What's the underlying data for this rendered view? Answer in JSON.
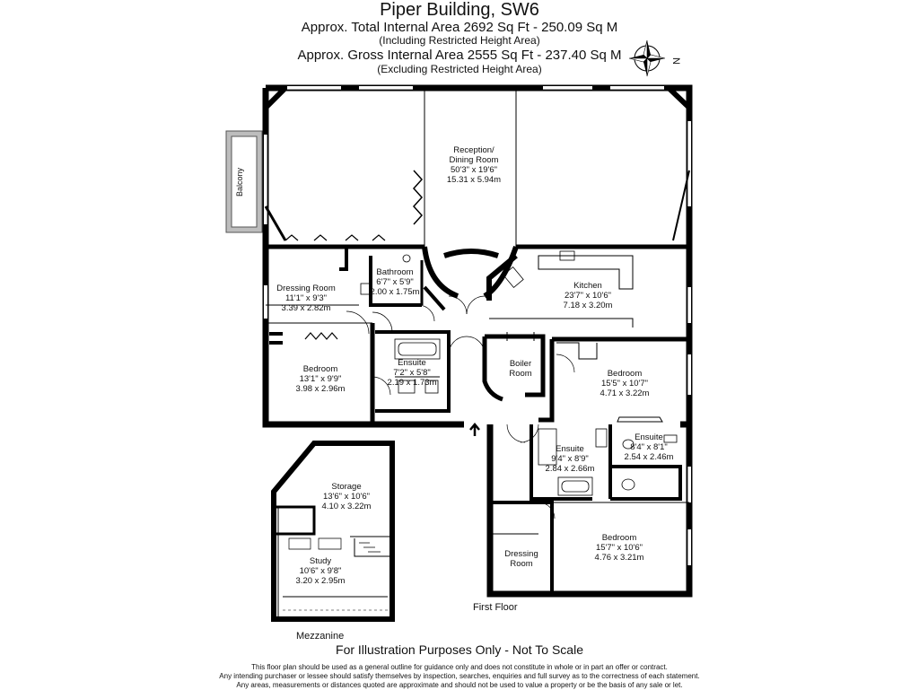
{
  "header": {
    "title": "Piper Building, SW6",
    "total_area": "Approx. Total Internal Area  2692 Sq Ft  -  250.09 Sq M",
    "total_note": "(Including Restricted Height Area)",
    "gross_area": "Approx. Gross Internal Area  2555 Sq Ft  -  237.40 Sq M",
    "gross_note": "(Excluding Restricted Height Area)"
  },
  "compass": {
    "letter": "N"
  },
  "balcony": "Balcony",
  "rooms": [
    {
      "name": "Reception/",
      "name2": "Dining Room",
      "imperial": "50'3\" x 19'6\"",
      "metric": "15.31 x 5.94m"
    },
    {
      "name": "Dressing Room",
      "imperial": "11'1\" x 9'3\"",
      "metric": "3.39 x 2.82m"
    },
    {
      "name": "Bathroom",
      "imperial": "6'7\" x 5'9\"",
      "metric": "2.00 x 1.75m"
    },
    {
      "name": "Kitchen",
      "imperial": "23'7\" x 10'6\"",
      "metric": "7.18 x 3.20m"
    },
    {
      "name": "Bedroom",
      "imperial": "13'1\" x 9'9\"",
      "metric": "3.98 x 2.96m"
    },
    {
      "name": "Ensuite",
      "imperial": "7'2\" x 5'8\"",
      "metric": "2.19 x 1.73m"
    },
    {
      "name": "Boiler",
      "name2": "Room"
    },
    {
      "name": "Bedroom",
      "imperial": "15'5\" x 10'7\"",
      "metric": "4.71 x 3.22m"
    },
    {
      "name": "Ensuite",
      "imperial": "9'4\" x 8'9\"",
      "metric": "2.84 x 2.66m"
    },
    {
      "name": "Ensuite",
      "imperial": "8'4\" x 8'1\"",
      "metric": "2.54 x 2.46m"
    },
    {
      "name": "Storage",
      "imperial": "13'6\" x 10'6\"",
      "metric": "4.10 x 3.22m"
    },
    {
      "name": "Study",
      "imperial": "10'6\" x 9'8\"",
      "metric": "3.20 x 2.95m"
    },
    {
      "name": "Dressing",
      "name2": "Room"
    },
    {
      "name": "Bedroom",
      "imperial": "15'7\" x 10'6\"",
      "metric": "4.76 x 3.21m"
    }
  ],
  "floor_labels": {
    "first_floor": "First Floor",
    "mezzanine": "Mezzanine"
  },
  "footer": {
    "illustration": "For Illustration Purposes Only - Not To Scale",
    "disclaimer_1": "This floor plan should be used as a general outline for guidance only and does not constitute in whole or in part an offer or contract.",
    "disclaimer_2": "Any intending purchaser or lessee should satisfy themselves by inspection, searches, enquiries and full survey as to the correctness of each statement.",
    "disclaimer_3": "Any areas, measurements or distances quoted are approximate and should not be used to value a property or be the basis of any sale or let."
  }
}
